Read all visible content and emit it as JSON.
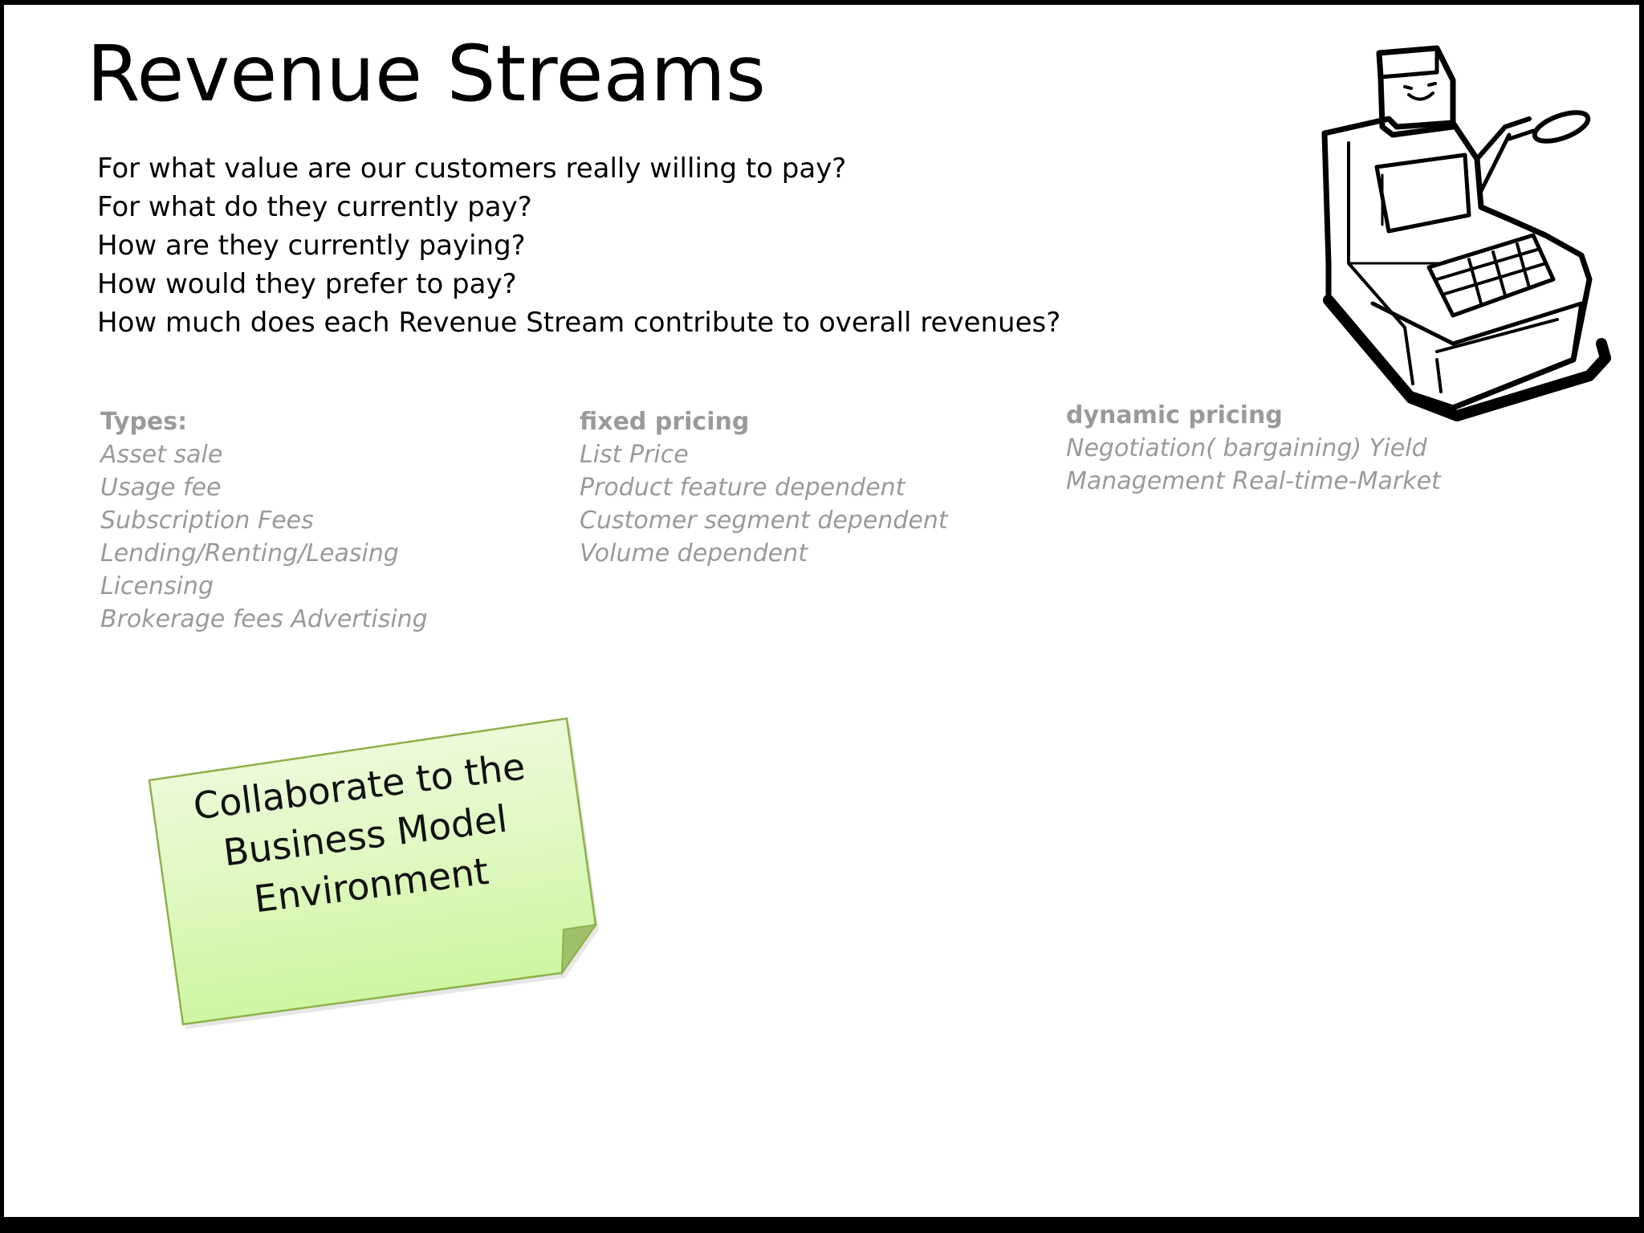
{
  "slide": {
    "title": "Revenue Streams",
    "questions": [
      "For what value are our customers really willing to pay?",
      "For what do they currently pay?",
      "How are they currently paying?",
      "How would they prefer to pay?",
      "How much does each Revenue Stream contribute to overall revenues?"
    ]
  },
  "columns": {
    "types": {
      "heading": "Types:",
      "items": [
        "Asset sale",
        "Usage fee",
        "Subscription Fees",
        "Lending/Renting/Leasing",
        "Licensing",
        "Brokerage fees Advertising"
      ]
    },
    "fixed": {
      "heading": "fixed pricing",
      "items": [
        "List Price",
        "Product feature dependent",
        "Customer segment dependent",
        "Volume dependent"
      ]
    },
    "dynamic": {
      "heading": "dynamic pricing",
      "items": [
        "Negotiation( bargaining) Yield",
        "Management Real-time-Market"
      ]
    }
  },
  "sticky_note": {
    "lines": [
      "Collaborate to the",
      "Business Model",
      "Environment"
    ],
    "fill_top": "#f4fbe6",
    "fill_bottom": "#cdf5a0",
    "border": "#8fb04a"
  },
  "illustration": {
    "icon": "cash-register-icon"
  }
}
